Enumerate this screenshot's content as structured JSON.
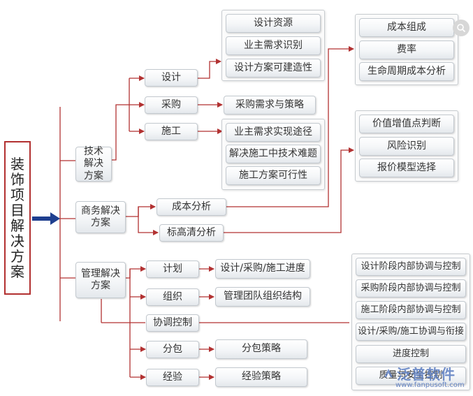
{
  "root": {
    "label": "装饰项目解决方案"
  },
  "solutions": {
    "tech": "技术解决方案",
    "business": "商务解决方案",
    "management": "管理解决方案"
  },
  "tech_items": {
    "design": "设计",
    "purchase": "采购",
    "construction": "施工"
  },
  "design_details": [
    "设计资源",
    "业主需求识别",
    "设计方案可建造性"
  ],
  "purchase_details": [
    "采购需求与策略"
  ],
  "construction_details": [
    "业主需求实现途径",
    "解决施工中技术难题",
    "施工方案可行性"
  ],
  "business_items": {
    "cost_analysis": "成本分析",
    "bill_analysis": "标高清分析"
  },
  "cost_details": [
    "成本组成",
    "费率",
    "生命周期成本分析"
  ],
  "bill_details": [
    "价值增值点判断",
    "风险识别",
    "报价模型选择"
  ],
  "management_items": {
    "plan": "计划",
    "organization": "组织",
    "coordination": "协调控制",
    "subcontract": "分包",
    "experience": "经验"
  },
  "plan_detail": "设计/采购/施工进度",
  "organization_detail": "管理团队组织结构",
  "subcontract_detail": "分包策略",
  "experience_detail": "经验策略",
  "coordination_details": [
    "设计阶段内部协调与控制",
    "采购阶段内部协调与控制",
    "施工阶段内部协调与控制",
    "设计/采购/施工协调与衔接",
    "进度控制",
    "质量与安全控制"
  ],
  "watermark": {
    "name": "泛普软件",
    "url": "www.fanpusoft.com"
  },
  "colors": {
    "line": "#b23232",
    "arrow": "#1f3f8f",
    "root_border": "#b23030",
    "watermark": "#5a7cc0"
  },
  "icons": {
    "zoom": "zoom-icon",
    "logo": "logo-icon"
  }
}
